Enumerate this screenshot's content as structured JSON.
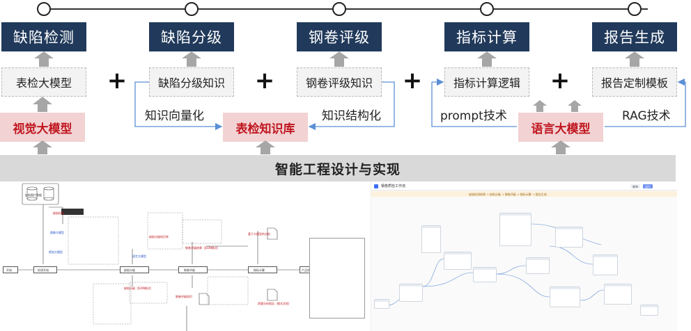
{
  "stages": [
    "缺陷检测",
    "缺陷分级",
    "钢卷评级",
    "指标计算",
    "报告生成"
  ],
  "knowledge_boxes": [
    "表检大模型",
    "缺陷分级知识",
    "钢卷评级知识",
    "指标计算逻辑",
    "报告定制模板"
  ],
  "models": {
    "vision": "视觉大模型",
    "knowledge_base": "表检知识库",
    "language": "语言大模型"
  },
  "connectors": {
    "vectorize": "知识向量化",
    "structure": "知识结构化",
    "prompt": "prompt技术",
    "rag": "RAG技术"
  },
  "plus_sign": "+",
  "banner": "智能工程设计与实现",
  "screenshots": {
    "left": {
      "title_nodes": [
        "开始",
        "检测开始",
        "缺陷图片数据",
        "缺陷分级",
        "钢卷评级",
        "指标计算",
        "产品质量分析报告"
      ],
      "red_labels": [
        "缺陷检测",
        "缺陷分级知识库",
        "钢卷评级知识",
        "基于大模型的分析",
        "缺陷分级（JSON格式）",
        "钢卷评级结果（JSON格式）",
        "质量分析报告（格式文档）"
      ],
      "blue_labels": [
        "图像大模型",
        "语言大模型",
        "视觉大模型"
      ]
    },
    "right": {
      "app_title": "钢卷质检工作流",
      "notice": "缺陷检测结果 → 缺陷分级 → 钢卷评级 → 指标计算 → 报告生成",
      "badges": [
        "发布",
        "运行"
      ]
    }
  },
  "colors": {
    "stage_bg": "#213a5b",
    "model_bg": "#f2d2d3",
    "model_text": "#c0161f",
    "arrow_gray": "#a6a6a6",
    "connector_blue": "#5b8fd6"
  }
}
